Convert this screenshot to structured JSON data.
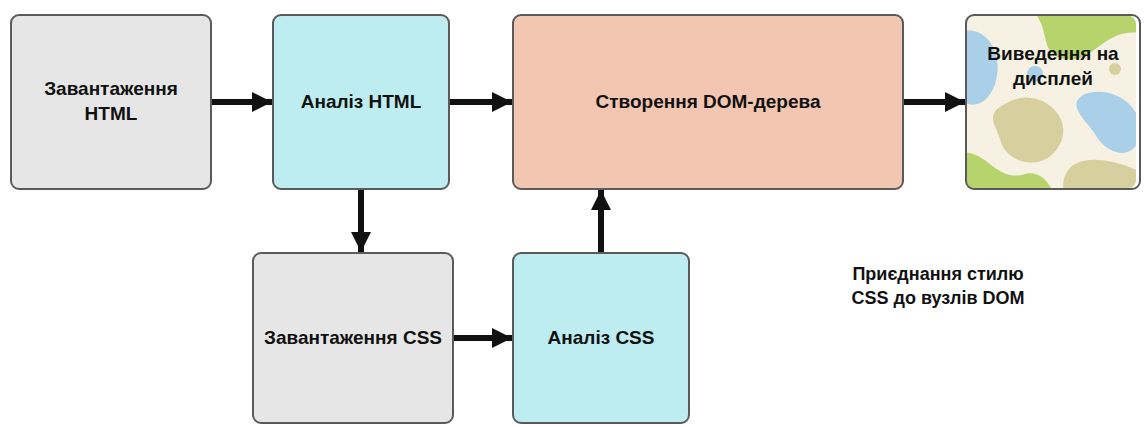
{
  "diagram": {
    "nodes": [
      {
        "text": [
          "Завантаження HTML"
        ]
      },
      {
        "text": [
          "Аналіз HTML"
        ]
      },
      {
        "text": [
          "Створення DOM-дерева"
        ]
      },
      {
        "text": [
          "Виведення на дисплей"
        ]
      },
      {
        "text": [
          "Завантаження CSS"
        ]
      },
      {
        "text": [
          "Аналіз CSS"
        ]
      }
    ],
    "edges": [
      {
        "from": 0,
        "to": 1,
        "arrow": "to"
      },
      {
        "from": 1,
        "to": 2,
        "arrow": "to"
      },
      {
        "from": 2,
        "to": 3,
        "arrow": "to"
      },
      {
        "from": 1,
        "to": 4,
        "arrow": "to"
      },
      {
        "from": 4,
        "to": 5,
        "arrow": "to"
      },
      {
        "from": 5,
        "to": 2,
        "label": "Приєднання стилю CSS до вузлів DOM",
        "arrow": "to"
      }
    ]
  }
}
